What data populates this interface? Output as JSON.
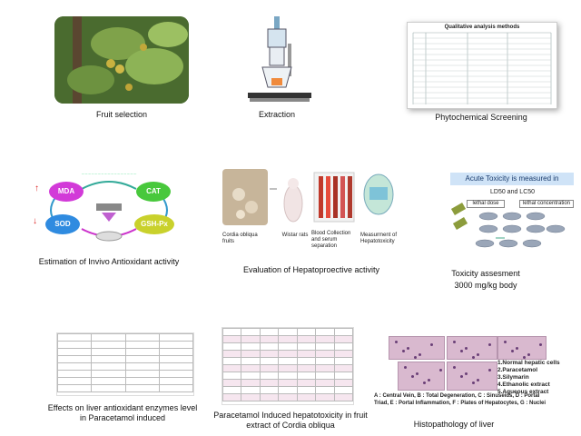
{
  "captions": {
    "fruit": "Fruit selection",
    "extraction": "Extraction",
    "phyto": "Phytochemical Screening",
    "antioxidant": "Estimation of Invivo Antioxidant activity",
    "hepato_eval": "Evaluation of Hepatoproective activity",
    "toxicity": "Toxicity assesment",
    "toxicity_dose": "3000 mg/kg body",
    "enzymes": "Effects on liver antioxidant enzymes level in Paracetamol induced",
    "hepatotox": "Paracetamol Induced hepatotoxicity in fruit extract of Cordia obliqua",
    "histo": "Histopathology of liver"
  },
  "phyto_header": "Qualitative analysis methods",
  "antioxidant_labels": {
    "mda": "MDA",
    "cat": "CAT",
    "sod": "SOD",
    "gsh": "GSH-Px"
  },
  "hepato_labels": {
    "fruits": "Cordia obliqua fruits",
    "rats": "Wistar rats",
    "blood": "Blood Collection and serum separation",
    "measure": "Measurment of Hepatotoxicity"
  },
  "toxicity_box": {
    "title": "Acute Toxicity is measured in",
    "ld": "LD50 and LC50",
    "lethal_dose": "lethal dose",
    "lethal_conc": "lethal concentration"
  },
  "histo_legend": [
    "1.Normal hepatic cells",
    "2.Paracetamol",
    "3.Silymarin",
    "4.Ethanolic extract",
    "5.Aqueous extract"
  ],
  "histo_note": "A : Central Vein, B : Total Degeneration, C : Sinuseids, D : Portal Triad, E : Portal Inflammation, F : Plates of Hepatocytes, G : Nuclei"
}
